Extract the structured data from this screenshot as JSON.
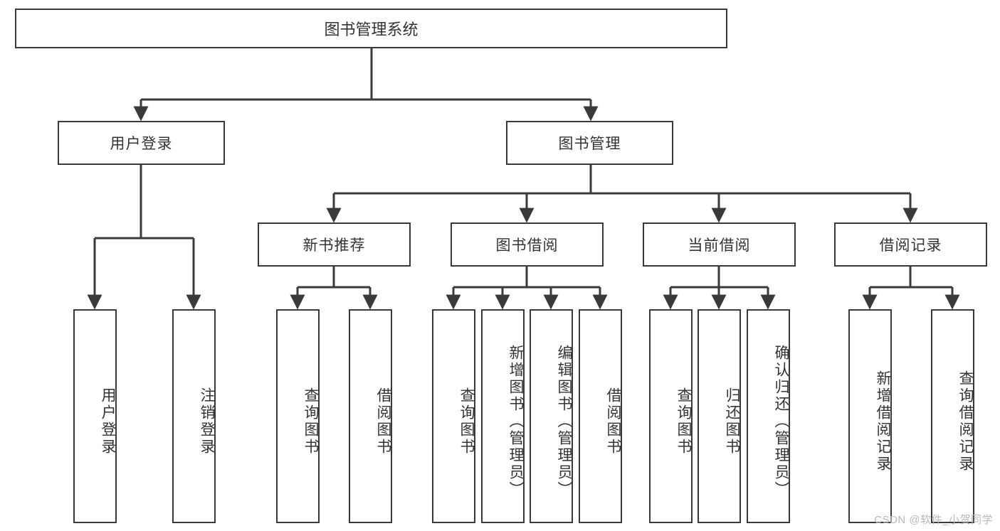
{
  "diagram": {
    "type": "tree-hierarchy-chart",
    "title": "图书管理系统",
    "watermark": "CSDN @软件_小贺同学",
    "styles": {
      "box_border_color": "#3a3a3a",
      "box_fill_color": "#ffffff",
      "edge_color": "#3a3a3a",
      "text_color": "#333333",
      "watermark_color": "#b9b9b9"
    },
    "root": {
      "id": "root",
      "label": "图书管理系统"
    },
    "level2": [
      {
        "id": "user-login",
        "label": "用户登录"
      },
      {
        "id": "book-manage",
        "label": "图书管理"
      }
    ],
    "level3": [
      {
        "id": "new-book-recommend",
        "label": "新书推荐",
        "parent": "book-manage"
      },
      {
        "id": "book-borrow",
        "label": "图书借阅",
        "parent": "book-manage"
      },
      {
        "id": "current-borrow",
        "label": "当前借阅",
        "parent": "book-manage"
      },
      {
        "id": "borrow-record",
        "label": "借阅记录",
        "parent": "book-manage"
      }
    ],
    "leaves": [
      {
        "id": "leaf-user-login",
        "label": "用户登录",
        "parent": "user-login"
      },
      {
        "id": "leaf-user-logout",
        "label": "注销登录",
        "parent": "user-login"
      },
      {
        "id": "leaf-query-book-1",
        "label": "查询图书",
        "parent": "new-book-recommend"
      },
      {
        "id": "leaf-borrow-book-1",
        "label": "借阅图书",
        "parent": "new-book-recommend"
      },
      {
        "id": "leaf-query-book-2",
        "label": "查询图书",
        "parent": "book-borrow"
      },
      {
        "id": "leaf-add-book",
        "label": "新增图书（管理员）",
        "parent": "book-borrow"
      },
      {
        "id": "leaf-edit-book",
        "label": "编辑图书（管理员）",
        "parent": "book-borrow"
      },
      {
        "id": "leaf-borrow-book-2",
        "label": "借阅图书",
        "parent": "book-borrow"
      },
      {
        "id": "leaf-query-book-3",
        "label": "查询图书",
        "parent": "current-borrow"
      },
      {
        "id": "leaf-return-book",
        "label": "归还图书",
        "parent": "current-borrow"
      },
      {
        "id": "leaf-confirm-return",
        "label": "确认归还（管理员）",
        "parent": "current-borrow"
      },
      {
        "id": "leaf-add-record",
        "label": "新增借阅记录",
        "parent": "borrow-record"
      },
      {
        "id": "leaf-query-record",
        "label": "查询借阅记录",
        "parent": "borrow-record"
      }
    ]
  }
}
